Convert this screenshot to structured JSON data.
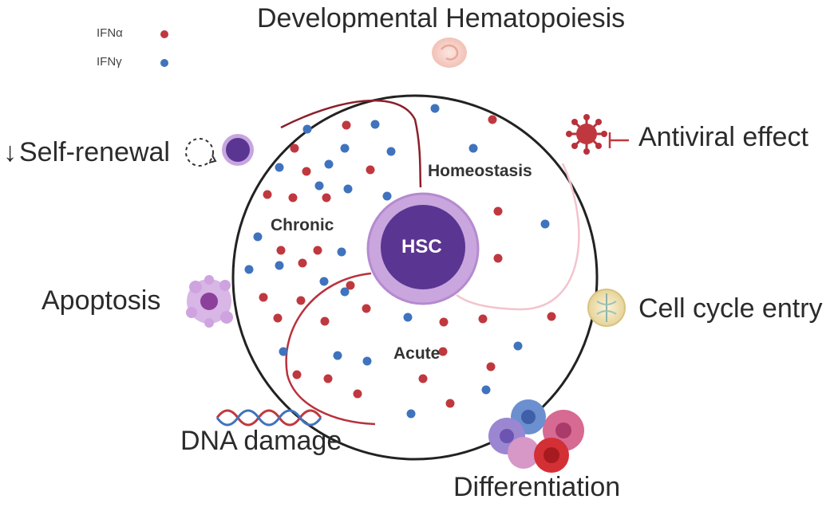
{
  "legend": {
    "items": [
      {
        "label": "IFNα",
        "color": "#c0383f"
      },
      {
        "label": "IFNγ",
        "color": "#3f73bd"
      }
    ]
  },
  "labels": {
    "developmental": "Developmental Hematopoiesis",
    "antiviral": "Antiviral effect",
    "self_renewal_arrow": "↓",
    "self_renewal": "Self-renewal",
    "apoptosis": "Apoptosis",
    "cell_cycle": "Cell cycle entry",
    "dna_damage": "DNA damage",
    "differentiation": "Differentiation",
    "homeostasis": "Homeostasis",
    "chronic": "Chronic",
    "acute": "Acute",
    "hsc": "HSC"
  },
  "icons": {
    "embryo": "embryo-icon",
    "virus": "virus-icon",
    "self_renewal_cell": "stem-cell-icon",
    "apoptosis_cell": "apoptotic-cell-icon",
    "cell_cycle": "dividing-cell-icon",
    "dna": "dna-helix-icon",
    "differentiation": "blood-cells-icon"
  },
  "colors": {
    "ifn_alpha": "#c0383f",
    "ifn_gamma": "#3f73bd",
    "hsc_core": "#5b3592",
    "hsc_ring": "#b58ad0",
    "boundary_dark": "#8b1f2a",
    "boundary_light": "#f2c4cc"
  }
}
